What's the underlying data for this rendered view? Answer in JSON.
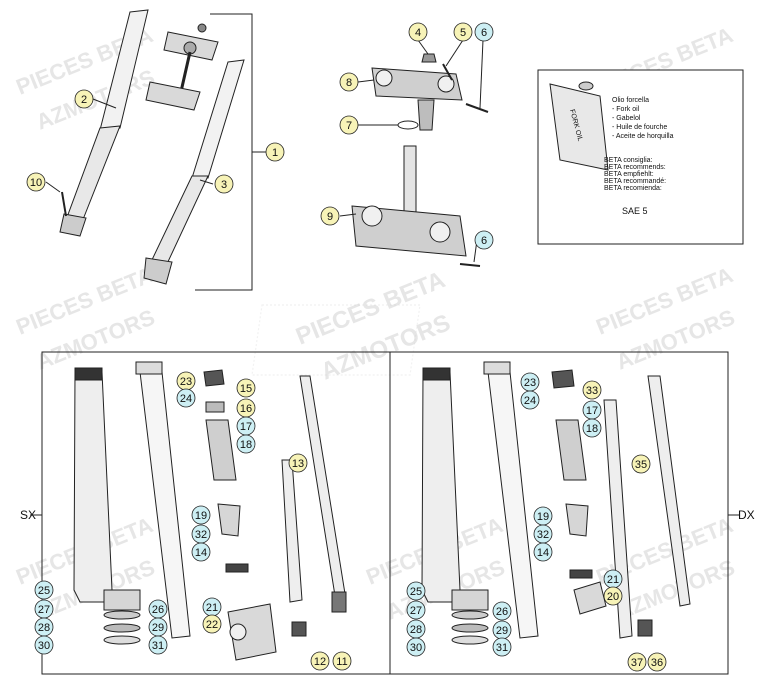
{
  "watermarks": {
    "line1": "PIECES BETA",
    "line2": "AZMOTORS"
  },
  "sides": {
    "left": "SX",
    "right": "DX"
  },
  "oil_box": {
    "lines": [
      "Olio forcella",
      "- Fork oil",
      "- Gabelol",
      "- Huile de fourche",
      "- Aceite de horquilla"
    ],
    "can_label": "FORK OIL",
    "recommend_lines": [
      "BETA consiglia:",
      "BETA recommends:",
      "BETA empfiehlt:",
      "BETA recommandé:",
      "BETA recomienda:"
    ],
    "grade": "SAE 5"
  },
  "colors": {
    "yellow_bubble": "#f7f3b7",
    "cyan_bubble": "#cdeff4",
    "line": "#222222"
  },
  "callouts_top": [
    "1",
    "2",
    "3",
    "10",
    "4",
    "5",
    "6",
    "8",
    "7",
    "9",
    "6"
  ],
  "callouts_left": [
    "23",
    "24",
    "15",
    "16",
    "17",
    "18",
    "13",
    "19",
    "32",
    "14",
    "25",
    "27",
    "26",
    "28",
    "29",
    "30",
    "31",
    "21",
    "22",
    "12",
    "11"
  ],
  "callouts_right": [
    "23",
    "24",
    "33",
    "17",
    "18",
    "35",
    "19",
    "32",
    "14",
    "21",
    "20",
    "25",
    "27",
    "26",
    "28",
    "29",
    "30",
    "31",
    "37",
    "36"
  ]
}
